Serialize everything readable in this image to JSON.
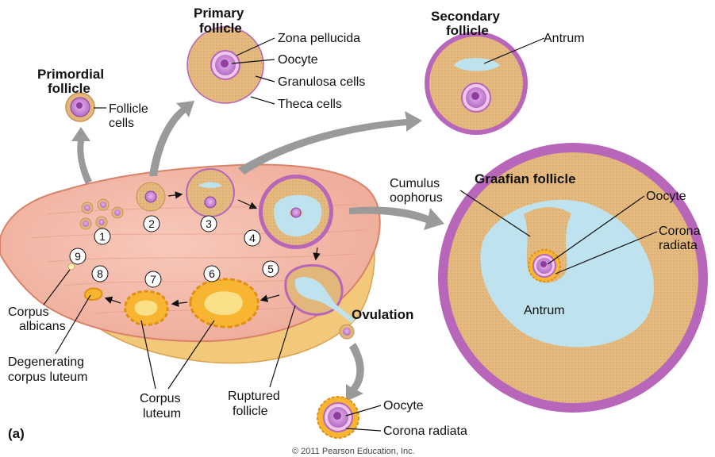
{
  "labels": {
    "primary_follicle": [
      "Primary",
      "follicle"
    ],
    "zona_pellucida": "Zona  pellucida",
    "oocyte_primary": "Oocyte",
    "granulosa_cells": "Granulosa cells",
    "theca_cells": "Theca cells",
    "secondary_follicle": [
      "Secondary",
      "follicle"
    ],
    "antrum_secondary": "Antrum",
    "primordial_follicle": [
      "Primordial",
      "follicle"
    ],
    "follicle_cells": [
      "Follicle",
      "cells"
    ],
    "cumulus_oophorus": [
      "Cumulus",
      "oophorus"
    ],
    "graafian_follicle": "Graafian follicle",
    "oocyte_graafian": "Oocyte",
    "corona_radiata_graafian": [
      "Corona",
      "radiata"
    ],
    "antrum_graafian": "Antrum",
    "ovulation": "Ovulation",
    "corpus_albicans": [
      "Corpus",
      "albicans"
    ],
    "degenerating_corpus_luteum": [
      "Degenerating",
      "corpus luteum"
    ],
    "corpus_luteum": [
      "Corpus",
      "luteum"
    ],
    "ruptured_follicle": [
      "Ruptured",
      "follicle"
    ],
    "oocyte_ovulated": "Oocyte",
    "corona_radiata_ovulated": "Corona radiata",
    "panel_letter": "(a)",
    "copyright": "© 2011 Pearson Education, Inc."
  },
  "stage_numbers": [
    "1",
    "2",
    "3",
    "4",
    "5",
    "6",
    "7",
    "8",
    "9"
  ],
  "colors": {
    "ovary_fill": "#f3b9a8",
    "ovary_stroke": "#d9826a",
    "ovary_rim": "#f2c97a",
    "granulosa": "#e2b77c",
    "theca": "#b766b9",
    "antrum": "#bfe3ee",
    "oocyte": "#c98ad6",
    "nucleus": "#8e3f9e",
    "corpus_luteum": "#f7b531",
    "arrow_gray": "#9a9a9a"
  }
}
